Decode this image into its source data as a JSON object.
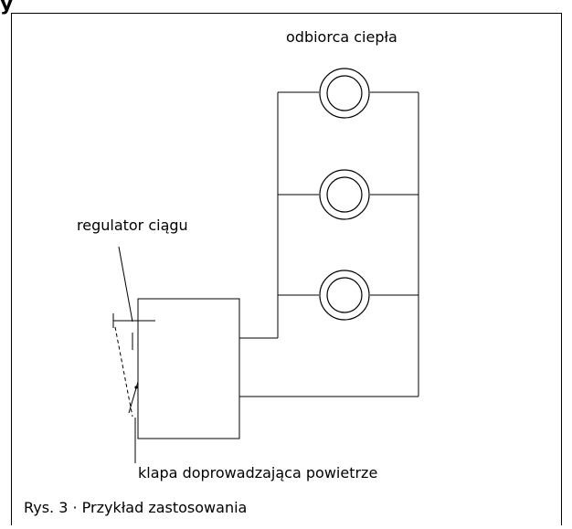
{
  "diagram": {
    "top_fragment": "y",
    "labels": {
      "heat_receiver": "odbiorca ciepła",
      "draft_regulator": "regulator ciągu",
      "air_flap": "klapa doprowadzająca powietrze"
    },
    "caption": "Rys. 3 · Przykład zastosowania"
  }
}
